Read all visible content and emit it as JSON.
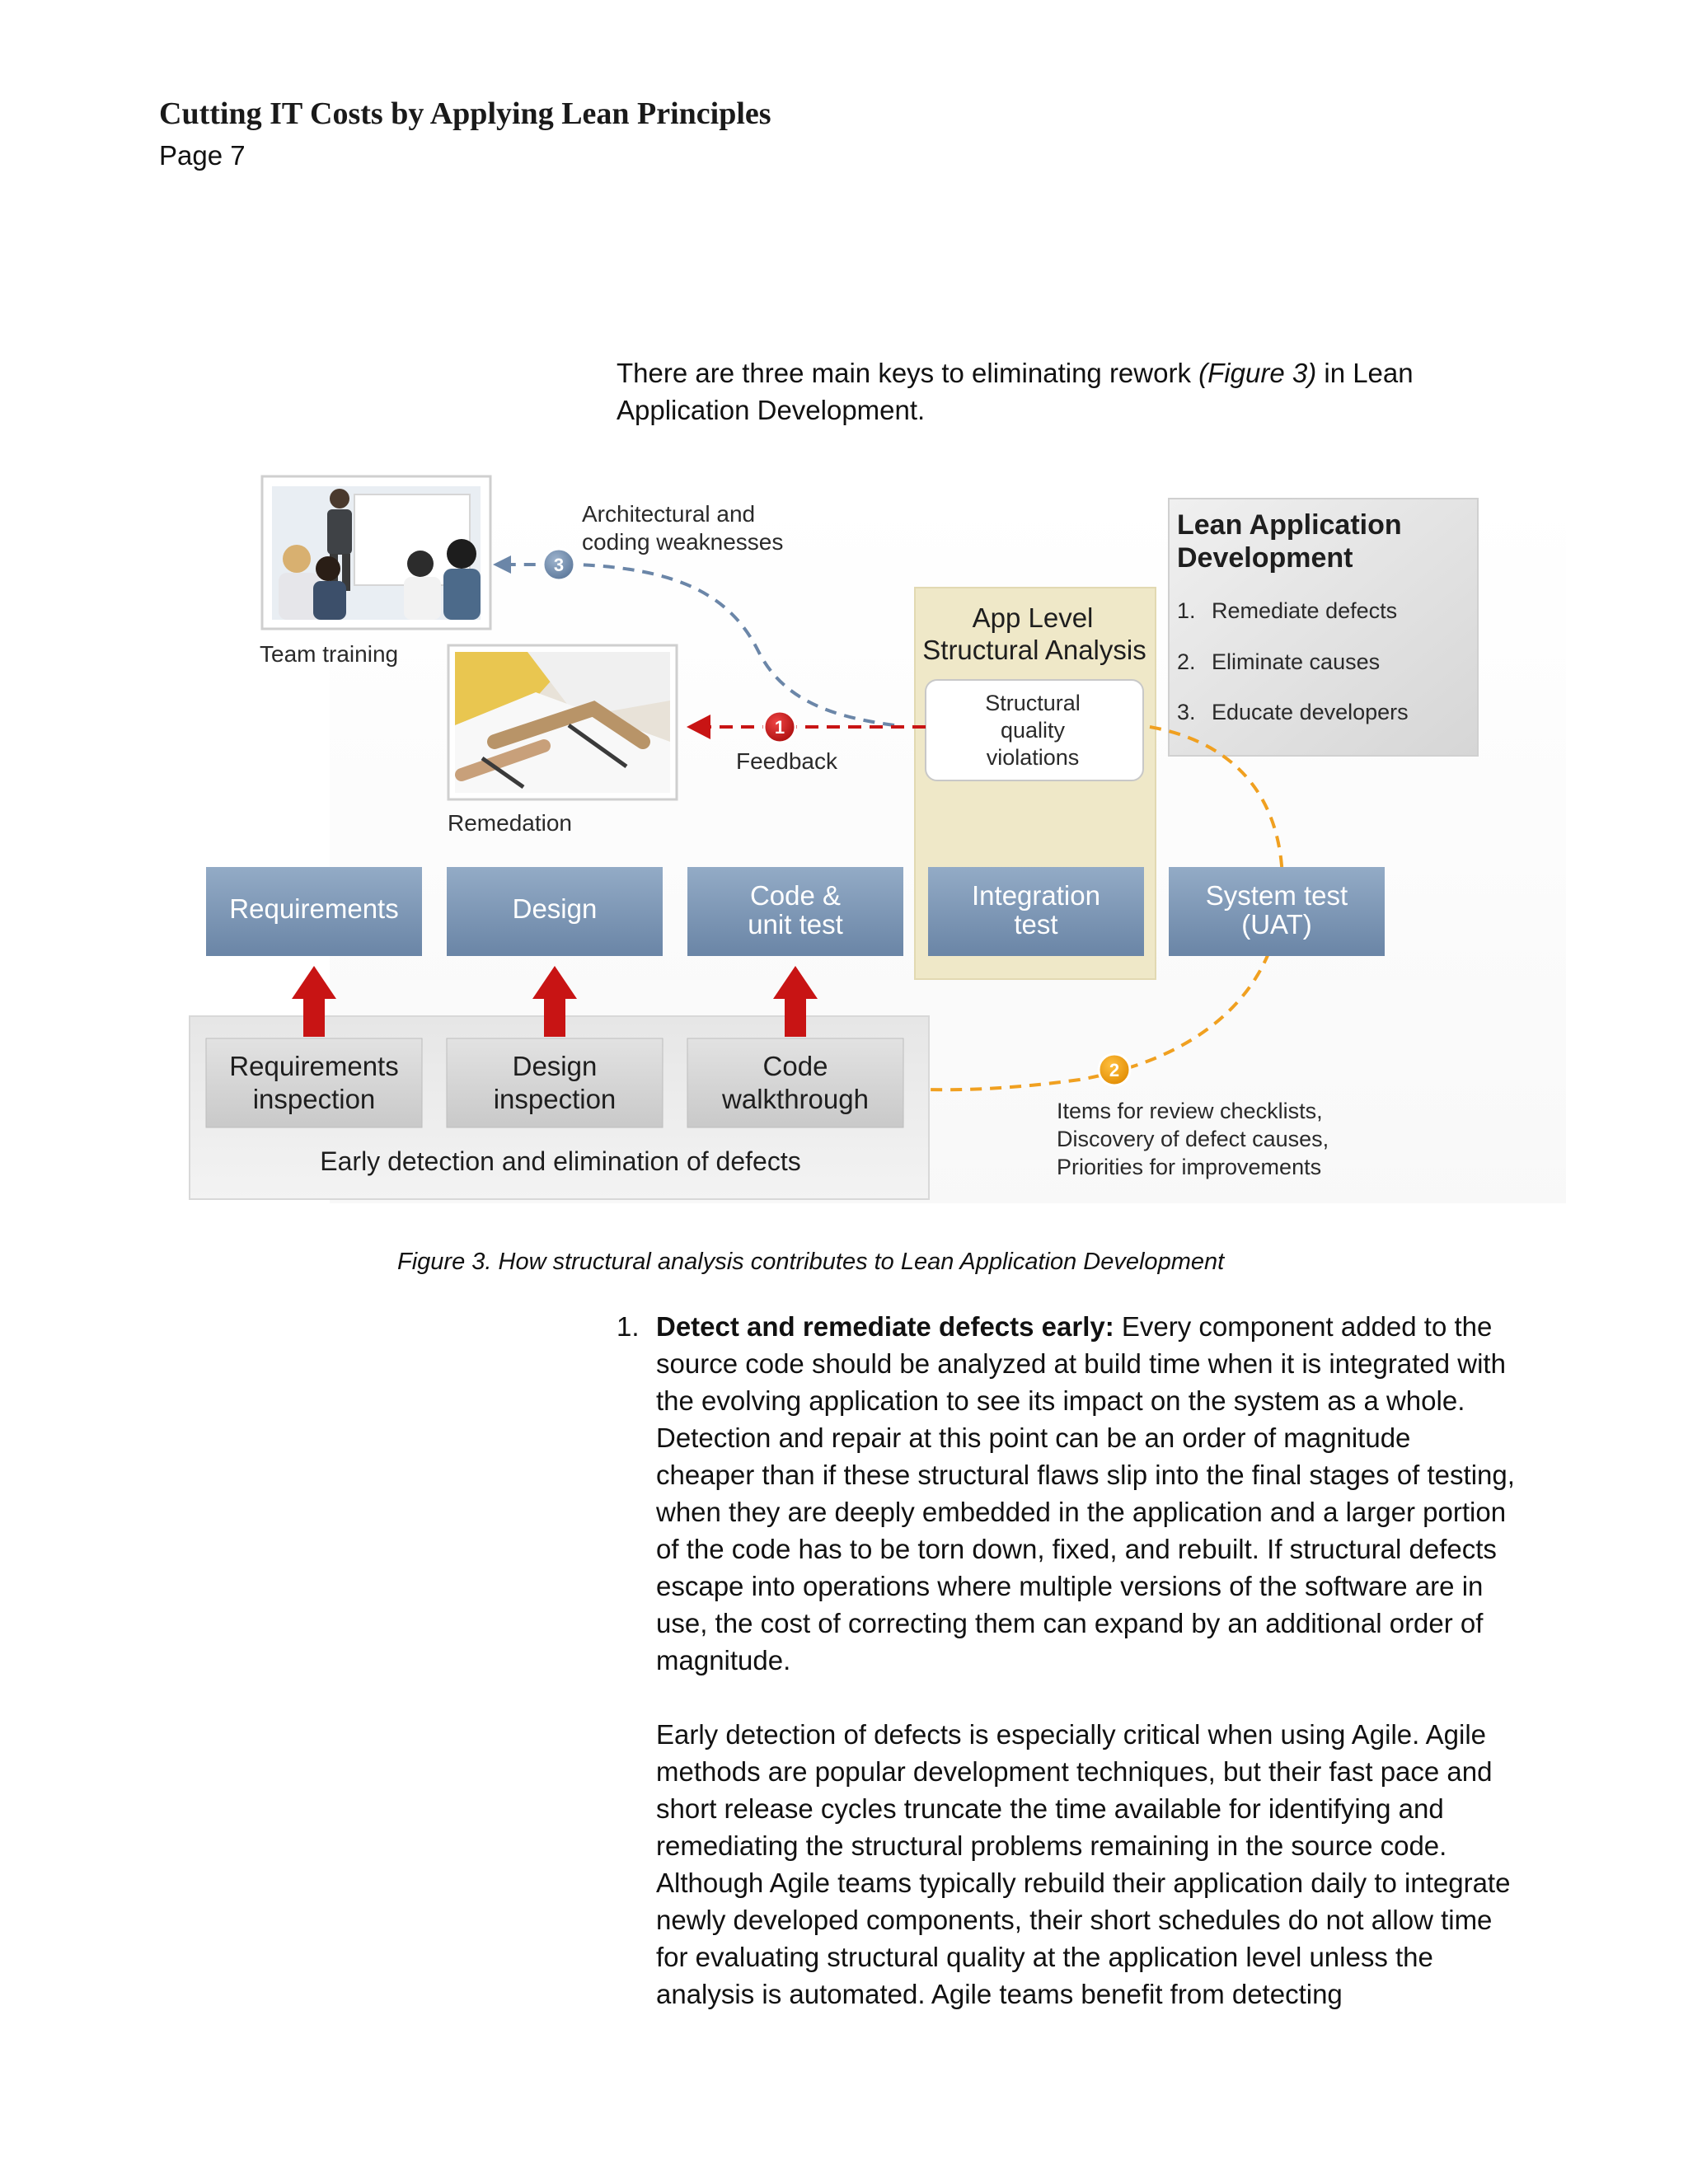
{
  "header": {
    "title": "Cutting IT Costs by Applying Lean Principles",
    "page": "Page 7"
  },
  "intro": {
    "before": "There are three main keys to eliminating rework ",
    "figure_ref": "(Figure 3)",
    "after": " in Lean Application Development."
  },
  "figure": {
    "team_training_label": "Team training",
    "remedation_label": "Remedation",
    "arch_label_line1": "Architectural and",
    "arch_label_line2": "coding weaknesses",
    "feedback_label": "Feedback",
    "app_level_line1": "App Level",
    "app_level_line2": "Structural Analysis",
    "sqv_line1": "Structural",
    "sqv_line2": "quality",
    "sqv_line3": "violations",
    "lean_box_title_line1": "Lean Application",
    "lean_box_title_line2": "Development",
    "lean_box_items": [
      "Remediate defects",
      "Eliminate causes",
      "Educate developers"
    ],
    "stages": [
      {
        "line1": "Requirements",
        "line2": ""
      },
      {
        "line1": "Design",
        "line2": ""
      },
      {
        "line1": "Code &",
        "line2": "unit test"
      },
      {
        "line1": "Integration",
        "line2": "test"
      },
      {
        "line1": "System test",
        "line2": "(UAT)"
      }
    ],
    "inspections": [
      {
        "line1": "Requirements",
        "line2": "inspection"
      },
      {
        "line1": "Design",
        "line2": "inspection"
      },
      {
        "line1": "Code",
        "line2": "walkthrough"
      }
    ],
    "early_detection_label": "Early detection and elimination of defects",
    "review_line1": "Items for review checklists,",
    "review_line2": "Discovery of defect causes,",
    "review_line3": "Priorities for improvements",
    "badges": [
      "1",
      "2",
      "3"
    ],
    "colors": {
      "stage_box": "#7e98b6",
      "red_arrow": "#c81414",
      "blue_dash": "#6b86a8",
      "orange_dash": "#f0a020",
      "analysis_panel": "#efe8c8"
    }
  },
  "caption": "Figure 3. How structural analysis contributes to Lean Application Development",
  "list": {
    "number": "1.",
    "lead": "Detect and remediate defects early:",
    "para1": " Every component added to the source code should be analyzed at build time when it is integrated with the evolving application to see its impact on the system as a whole. Detection and repair at this point can be an order of magnitude cheaper than if these structural flaws slip into the final stages of testing, when they are deeply embedded in the application and a larger portion of the code has to be torn down, fixed, and rebuilt. If structural defects escape into operations where multiple versions of the software are in use, the cost of correcting them can expand by an additional order of magnitude.",
    "para2": "Early detection of defects is especially critical when using Agile. Agile methods are popular development techniques, but their fast pace and short release cycles truncate the time available for identifying and remediating the structural problems remaining in the source code. Although Agile teams typically rebuild their application daily to integrate newly developed components, their short schedules do not allow time for evaluating structural quality at the application level unless the analysis is automated. Agile teams benefit from detecting"
  }
}
